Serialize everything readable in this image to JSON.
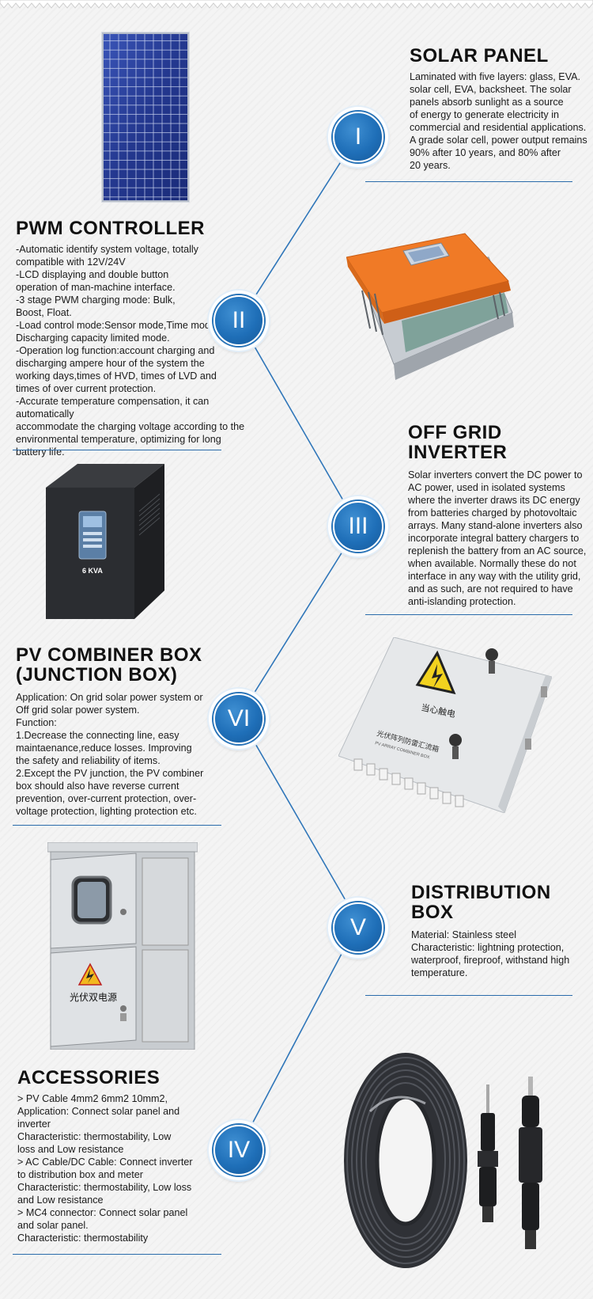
{
  "colors": {
    "accent": "#1f6fb8",
    "rule": "#2b6cab",
    "panel_blue": "#2a3f9b",
    "controller_orange": "#f07a26"
  },
  "sections": {
    "solar_panel": {
      "title": "SOLAR PANEL",
      "numeral": "I",
      "lines": [
        "Laminated with five layers: glass, EVA.",
        "solar cell, EVA, backsheet. The solar",
        "panels absorb sunlight as a source",
        "of energy to generate electricity in",
        "commercial and residential applications.",
        "A grade solar cell, power output remains",
        "90% after 10 years, and 80% after",
        "20 years."
      ]
    },
    "pwm_controller": {
      "title": "PWM CONTROLLER",
      "numeral": "II",
      "lines": [
        "-Automatic identify system voltage, totally",
        "compatible with 12V/24V",
        "-LCD displaying and double button",
        "operation of man-machine interface.",
        "-3 stage PWM charging mode: Bulk,",
        "Boost, Float.",
        "-Load control mode:Sensor mode,Time mode,",
        "Discharging capacity limited mode.",
        "-Operation log function:account charging and",
        "discharging ampere hour of the system the",
        "working days,times of HVD, times of LVD and",
        "times of over current protection.",
        "-Accurate temperature compensation, it can automatically",
        "accommodate the charging voltage according to the",
        "environmental temperature, optimizing for long battery life."
      ]
    },
    "off_grid_inverter": {
      "title_line1": "OFF GRID",
      "title_line2": "INVERTER",
      "numeral": "III",
      "inverter_label": "6 KVA",
      "lines": [
        "Solar inverters convert the DC power to",
        "AC power, used in isolated systems",
        "where the inverter draws its DC energy",
        " from batteries charged by photovoltaic",
        "arrays. Many stand-alone inverters also",
        "incorporate integral battery chargers to",
        "replenish the battery from an AC source,",
        "when available. Normally these do not",
        "interface in any way with the utility grid,",
        "and as such, are not required to have",
        "anti-islanding protection."
      ]
    },
    "pv_combiner_box": {
      "title_line1": "PV COMBINER BOX",
      "title_line2": "(JUNCTION BOX)",
      "numeral": "VI",
      "box_label_cn": "当心触电",
      "box_label_cn2": "光伏阵列防雷汇流箱",
      "box_label_en": "PV ARRAY COMBINER BOX",
      "lines": [
        "Application: On grid solar power system or",
        "Off grid solar power system.",
        "Function:",
        "1.Decrease the connecting line, easy",
        "maintaenance,reduce losses. Improving",
        "the safety and reliability of items.",
        "2.Except the PV junction, the PV combiner",
        "box should also have reverse current",
        "prevention, over-current protection, over-",
        "voltage protection, lighting protection etc."
      ]
    },
    "distribution_box": {
      "title_line1": "DISTRIBUTION",
      "title_line2": "BOX",
      "numeral": "V",
      "box_label_cn": "光伏双电源",
      "lines": [
        "Material: Stainless steel",
        "Characteristic: lightning protection,",
        "waterproof, fireproof, withstand high",
        "temperature."
      ]
    },
    "accessories": {
      "title": "ACCESSORIES",
      "numeral": "IV",
      "lines": [
        "> PV Cable 4mm2 6mm2 10mm2,",
        "Application: Connect solar panel and",
        "inverter",
        "Characteristic: thermostability, Low",
        "loss and Low resistance",
        "> AC Cable/DC Cable: Connect inverter",
        "to distribution box and meter",
        "Characteristic: thermostability, Low loss",
        "and Low resistance",
        "> MC4 connector: Connect solar panel",
        "and solar panel.",
        "Characteristic: thermostability"
      ]
    }
  }
}
